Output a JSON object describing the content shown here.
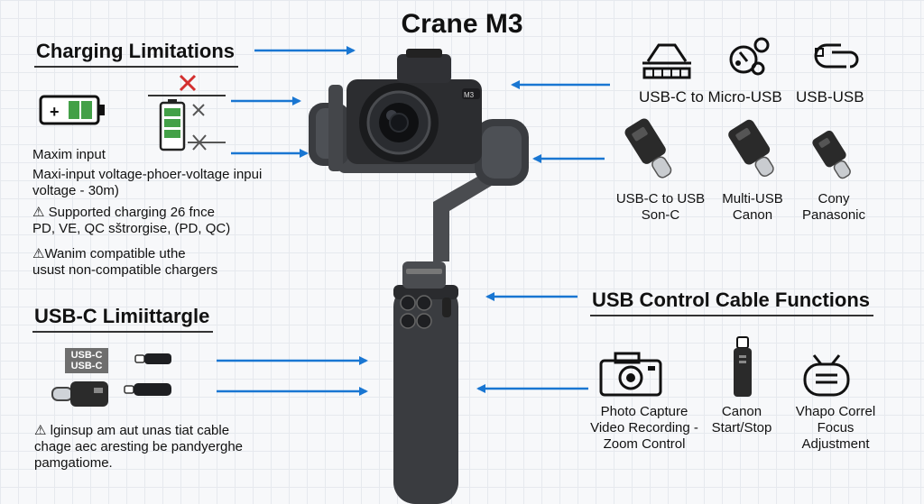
{
  "title": "Crane M3",
  "colors": {
    "arrow": "#1976d2",
    "battery_green": "#43a047",
    "cross_red": "#d32f2f",
    "text": "#111111"
  },
  "charging": {
    "heading": "Charging Limitations",
    "lines": [
      "Maxim input",
      "Maxi-input voltage-phoer-voltage inpui",
      "voltage - 30m)",
      "⚠ Supported charging 26 fnce",
      "PD, VE, QC sštrorgise, (PD, QC)",
      "⚠Wanim compatible uthe",
      "usust non-compatible chargers"
    ]
  },
  "usbc": {
    "heading": "USB-C Limiittargle",
    "tag_lines": [
      "USB-C",
      "USB-C"
    ],
    "notes": [
      "⚠ lginsup am aut unas tiat cable",
      "chage aec aresting be pandyerghe",
      "pamgatiome."
    ]
  },
  "cables_top": {
    "labels": [
      "USB-C to Micro-USB",
      "USB-USB"
    ],
    "icons": [
      "port-icon",
      "adapter-icon",
      "cable-loop-icon"
    ]
  },
  "cables_mid": [
    {
      "line1": "USB-C to USB",
      "line2": "Son-C"
    },
    {
      "line1": "Multi-USB",
      "line2": "Canon"
    },
    {
      "line1": "Cony",
      "line2": "Panasonic"
    }
  ],
  "control": {
    "heading": "USB Control Cable Functions",
    "items": [
      {
        "lines": [
          "Photo Capture",
          "Video Recording -",
          "Zoom Control"
        ]
      },
      {
        "lines": [
          "Canon",
          "Start/Stop"
        ]
      },
      {
        "lines": [
          "Vhapo Correl",
          "Focus",
          "Adjustment"
        ]
      }
    ]
  },
  "gimbal": {
    "badge": "M3"
  }
}
